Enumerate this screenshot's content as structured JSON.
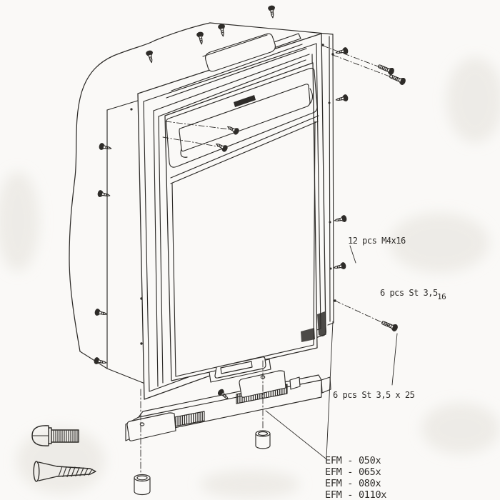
{
  "diagram": {
    "callouts": {
      "frame_screws": "12 pcs M4x16",
      "panel_screws": "6 pcs St 3,5",
      "panel_screws_sub": "16",
      "grille_screws": "6 pcs St 3,5 x 25"
    },
    "parts_list": {
      "items": [
        "EFM -  050x",
        "EFM -  065x",
        "EFM -  080x",
        "EFM - 0110x"
      ]
    },
    "colors": {
      "ink": "#2e2c29",
      "paper": "#faf9f7"
    }
  }
}
